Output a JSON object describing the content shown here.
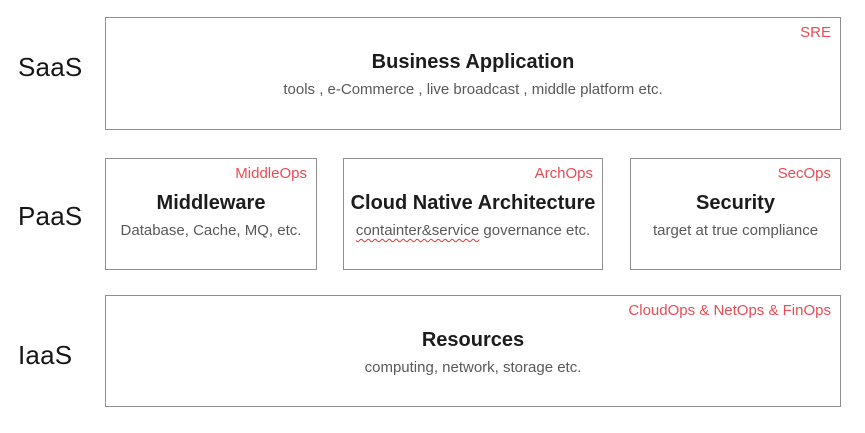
{
  "colors": {
    "accent_red": "#e84c55",
    "title_color": "#1c1c1c",
    "subtitle_color": "#595959",
    "border_color": "#8f8f8f",
    "background": "#ffffff",
    "squiggle_red": "#e0392f"
  },
  "rows": [
    {
      "label": "SaaS",
      "boxes": [
        {
          "ops": "SRE",
          "title": "Business Application",
          "subtitle": "tools , e-Commerce , live broadcast , middle platform etc."
        }
      ]
    },
    {
      "label": "PaaS",
      "boxes": [
        {
          "ops": "MiddleOps",
          "title": "Middleware",
          "subtitle": "Database, Cache, MQ, etc."
        },
        {
          "ops": "ArchOps",
          "title": "Cloud Native Architecture",
          "subtitle_marked": "containter&service",
          "subtitle_rest": " governance etc."
        },
        {
          "ops": "SecOps",
          "title": "Security",
          "subtitle": "target at true compliance"
        }
      ]
    },
    {
      "label": "IaaS",
      "boxes": [
        {
          "ops": "CloudOps & NetOps & FinOps",
          "title": "Resources",
          "subtitle": "computing, network, storage etc."
        }
      ]
    }
  ]
}
